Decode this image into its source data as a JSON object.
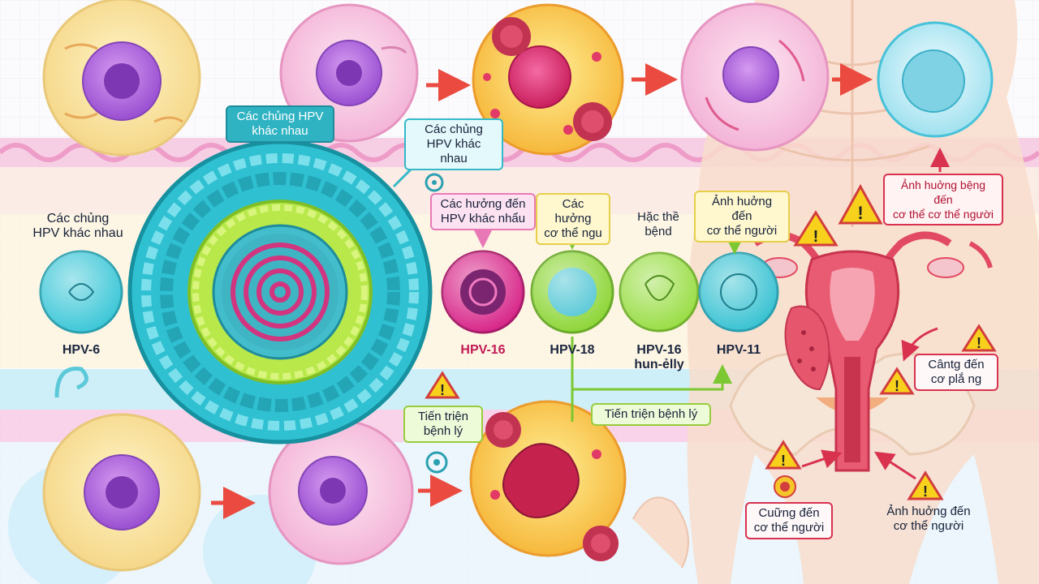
{
  "labels": {
    "strains_center": "Các chủng HPV\nkhác nhau",
    "strains_top": "Các chủng\nHPV khác nhau",
    "strains_left": "Các chủng\nHPV khác nhau",
    "effect_pink": "Các hưởng đến\nHPV khác nhẩu",
    "effect_yellow": "Các hưởng\ncơ thể ngu",
    "disease_label": "Hặc thề\nbệnd",
    "effect_body_yellow": "Ảnh huởng đến\ncơ thể người",
    "effect_body_red": "Ảnh huởng bệng đến\ncơ thể cơ thể người",
    "progression_left": "Tiến triện\nbệnh lý",
    "progression_mid": "Tiến triện bệnh lý",
    "affect_right": "Cântg đến\ncơ plắ ng",
    "affect_bottom_left": "Cuững đến\ncơ thể người",
    "affect_bottom_right": "Ảnh huởng đến\ncơ thể người"
  },
  "hpv_types": [
    {
      "name": "HPV-6",
      "color": "#3fc8d8"
    },
    {
      "name": "HPV-16",
      "color": "#d8288a"
    },
    {
      "name": "HPV-18",
      "color": "#8fd63a"
    },
    {
      "name": "HPV-16\nhun-ẻlly",
      "color": "#9bde48"
    },
    {
      "name": "HPV-11",
      "color": "#3cc3d3"
    }
  ],
  "colors": {
    "virus_shell": "#2fc0d2",
    "virus_inner_ring": "#9fdc3a",
    "virus_core": "#c9287e",
    "arrow_red": "#ea4a3f",
    "arrow_green": "#7cc832",
    "warning_yellow": "#f8d11c",
    "body_skin": "#f8ddcc",
    "uterus": "#e24a63"
  }
}
